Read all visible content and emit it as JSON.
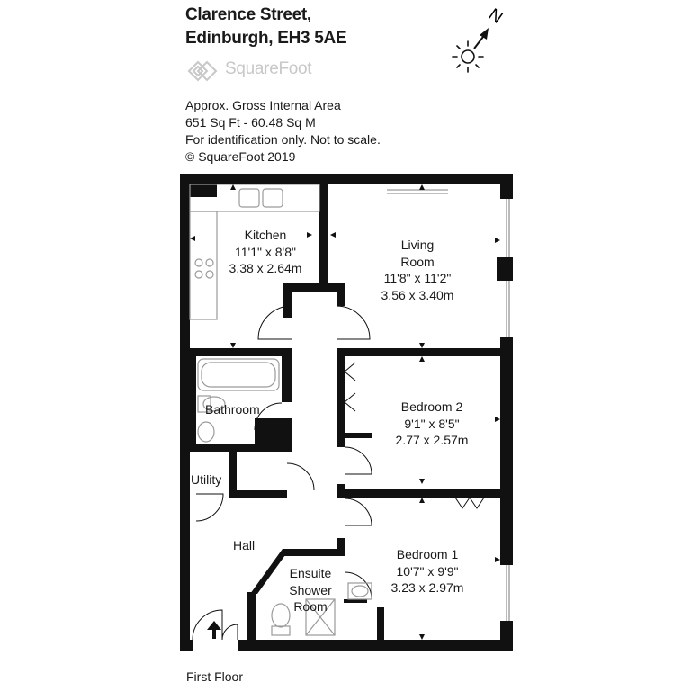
{
  "address": {
    "line1": "Clarence Street,",
    "line2": "Edinburgh, EH3 5AE"
  },
  "brand": {
    "name": "SquareFoot"
  },
  "area_info": {
    "line1": "Approx. Gross Internal Area",
    "line2": "651 Sq Ft  -  60.48 Sq M",
    "line3": "For identification only. Not to scale.",
    "line4": "© SquareFoot 2019"
  },
  "compass": {
    "north_label": "N"
  },
  "rooms": {
    "kitchen": {
      "name": "Kitchen",
      "imperial": "11'1\" x 8'8\"",
      "metric": "3.38 x 2.64m"
    },
    "living": {
      "name1": "Living",
      "name2": "Room",
      "imperial": "11'8\" x 11'2\"",
      "metric": "3.56 x 3.40m"
    },
    "bedroom2": {
      "name": "Bedroom 2",
      "imperial": "9'1\" x 8'5\"",
      "metric": "2.77 x 2.57m"
    },
    "bedroom1": {
      "name": "Bedroom 1",
      "imperial": "10'7\" x 9'9\"",
      "metric": "3.23 x 2.97m"
    },
    "bathroom": {
      "name": "Bathroom"
    },
    "utility": {
      "name": "Utility"
    },
    "hall": {
      "name": "Hall"
    },
    "ensuite": {
      "name1": "Ensuite",
      "name2": "Shower",
      "name3": "Room"
    }
  },
  "floor_label": "First Floor",
  "colors": {
    "wall": "#111111",
    "fixture": "#9a9a9a",
    "logo": "#c8c8c8"
  }
}
